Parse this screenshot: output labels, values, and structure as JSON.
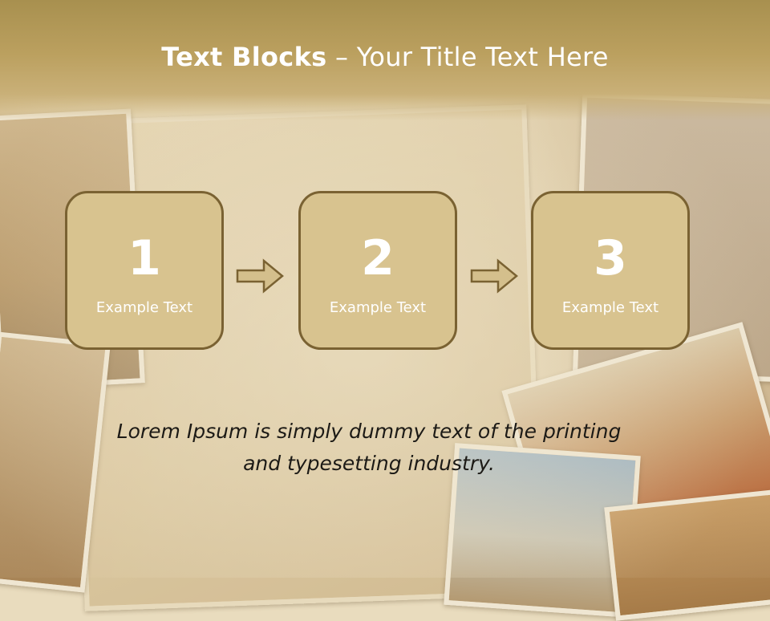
{
  "slide": {
    "title_bold": "Text Blocks",
    "title_separator": " – ",
    "title_rest": "Your Title Text Here"
  },
  "steps": [
    {
      "number": "1",
      "label": "Example Text"
    },
    {
      "number": "2",
      "label": "Example Text"
    },
    {
      "number": "3",
      "label": "Example Text"
    }
  ],
  "caption": {
    "line1": "Lorem Ipsum is simply dummy text of the printing",
    "line2": "and typesetting industry."
  },
  "colors": {
    "header": "#bba05f",
    "box_fill": "#d8c38f",
    "box_border": "#7a6232",
    "arrow_fill": "#d4bf8c"
  }
}
